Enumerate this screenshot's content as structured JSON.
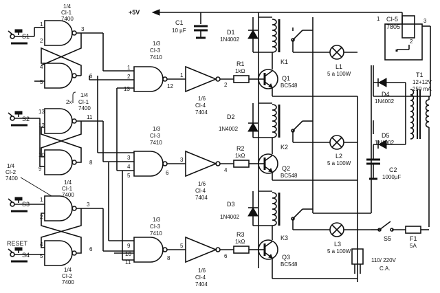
{
  "supply": "+5V",
  "c1": {
    "name": "C1",
    "value": "10 µF"
  },
  "ci5": {
    "name": "CI-5",
    "part": "7805",
    "pins": [
      "1",
      "2",
      "3"
    ]
  },
  "switches": {
    "s1": "S1",
    "s2": "S2",
    "s3": "S3",
    "reset": "RESET",
    "s4": "S4",
    "s5": "S5"
  },
  "gates": {
    "g1": {
      "frac": "1/4",
      "ci": "CI-1",
      "part": "7400",
      "pins": [
        "1",
        "2",
        "3",
        "4",
        "5",
        "6"
      ]
    },
    "g2": {
      "frac": "1/4",
      "ci": "CI-1",
      "part": "7400",
      "mult": "2x",
      "pins": [
        "13",
        "12",
        "11",
        "10",
        "9",
        "8"
      ]
    },
    "g3a": {
      "frac": "1/4",
      "ci": "CI-2",
      "part": "7400"
    },
    "g3b": {
      "frac": "1/4",
      "ci": "CI-1",
      "part": "7400",
      "pins": [
        "1",
        "2",
        "3",
        "4",
        "5",
        "6"
      ]
    },
    "g3c": {
      "frac": "1/4",
      "ci": "CI-2",
      "part": "7400"
    }
  },
  "nand3": [
    {
      "frac": "1/3",
      "ci": "CI-3",
      "part": "7410",
      "pins": [
        "1",
        "2",
        "13",
        "12"
      ]
    },
    {
      "frac": "1/3",
      "ci": "CI-3",
      "part": "7410",
      "pins": [
        "3",
        "4",
        "5",
        "6"
      ]
    },
    {
      "frac": "1/3",
      "ci": "CI-3",
      "part": "7410",
      "pins": [
        "9",
        "10",
        "11",
        "8"
      ]
    }
  ],
  "inverters": [
    {
      "frac": "1/6",
      "ci": "CI-4",
      "part": "7404",
      "pins": [
        "1",
        "2"
      ]
    },
    {
      "frac": "1/6",
      "ci": "CI-4",
      "part": "7404",
      "pins": [
        "3",
        "4"
      ]
    },
    {
      "frac": "1/6",
      "ci": "CI-4",
      "part": "7404",
      "pins": [
        "5",
        "6"
      ]
    }
  ],
  "resistors": [
    {
      "name": "R1",
      "value": "1kΩ"
    },
    {
      "name": "R2",
      "value": "1kΩ"
    },
    {
      "name": "R3",
      "value": "1kΩ"
    }
  ],
  "transistors": [
    {
      "name": "Q1",
      "part": "BC548"
    },
    {
      "name": "Q2",
      "part": "BC548"
    },
    {
      "name": "Q3",
      "part": "BC548"
    }
  ],
  "diodes": [
    {
      "name": "D1",
      "part": "1N4002"
    },
    {
      "name": "D2",
      "part": "1N4002"
    },
    {
      "name": "D3",
      "part": "1N4002"
    },
    {
      "name": "D4",
      "part": "1N4002"
    },
    {
      "name": "D5",
      "part": "1N4002"
    }
  ],
  "relays": [
    "K1",
    "K2",
    "K3"
  ],
  "lamps": [
    {
      "name": "L1",
      "value": "5 a 100W"
    },
    {
      "name": "L2",
      "value": "5 a 100W"
    },
    {
      "name": "L3",
      "value": "5 a 100W"
    }
  ],
  "transformer": {
    "name": "T1",
    "value": "12+12V",
    "current": "250 mA"
  },
  "c2": {
    "name": "C2",
    "value": "1000µF"
  },
  "fuse": {
    "name": "F1",
    "value": "5A"
  },
  "mains": {
    "value": "110/ 220V",
    "type": "C.A."
  }
}
